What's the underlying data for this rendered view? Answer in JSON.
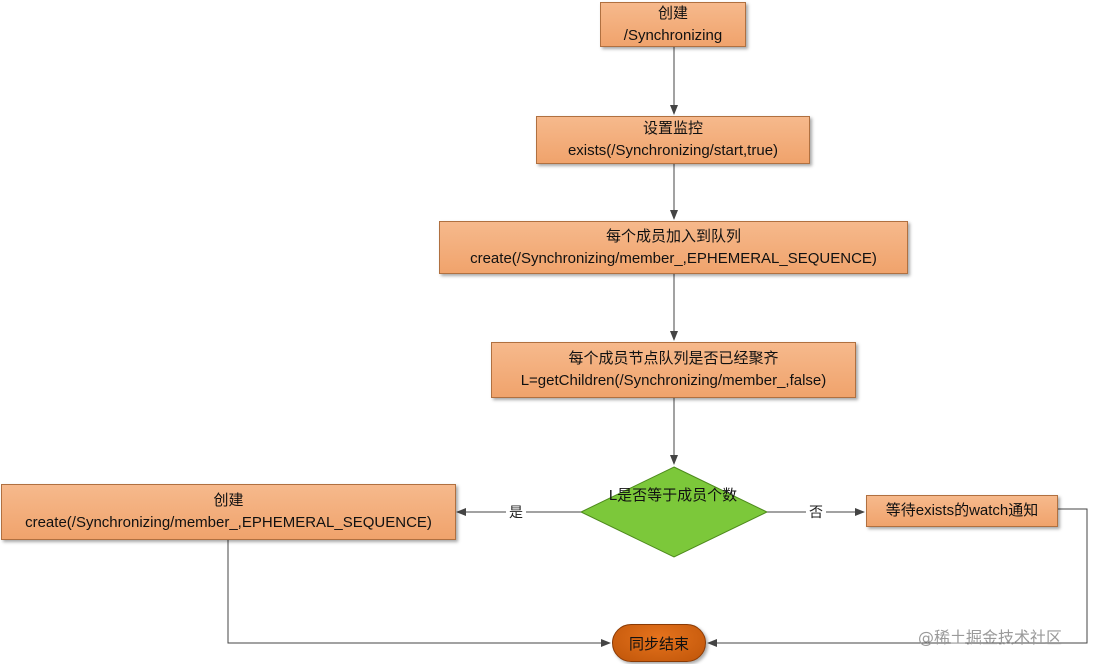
{
  "nodes": {
    "create_root": {
      "line1": "创建",
      "line2": "/Synchronizing"
    },
    "set_watch": {
      "line1": "设置监控",
      "line2": "exists(/Synchronizing/start,true)"
    },
    "join_queue": {
      "line1": "每个成员加入到队列",
      "line2": "create(/Synchronizing/member_,EPHEMERAL_SEQUENCE)"
    },
    "check_all": {
      "line1": "每个成员节点队列是否已经聚齐",
      "line2": "L=getChildren(/Synchronizing/member_,false)"
    },
    "decision": {
      "text": "L是否等于成员个数"
    },
    "create_start": {
      "line1": "创建",
      "line2": "create(/Synchronizing/member_,EPHEMERAL_SEQUENCE)"
    },
    "wait_notify": {
      "text": "等待exists的watch通知"
    },
    "end": {
      "text": "同步结束"
    }
  },
  "edge_labels": {
    "yes": "是",
    "no": "否"
  },
  "watermark": "@稀土掘金技术社区",
  "colors": {
    "box_fill": "#f3ad7b",
    "box_border": "#b07040",
    "diamond_fill": "#7cc83a",
    "end_fill": "#d8640f",
    "arrow": "#444444"
  }
}
